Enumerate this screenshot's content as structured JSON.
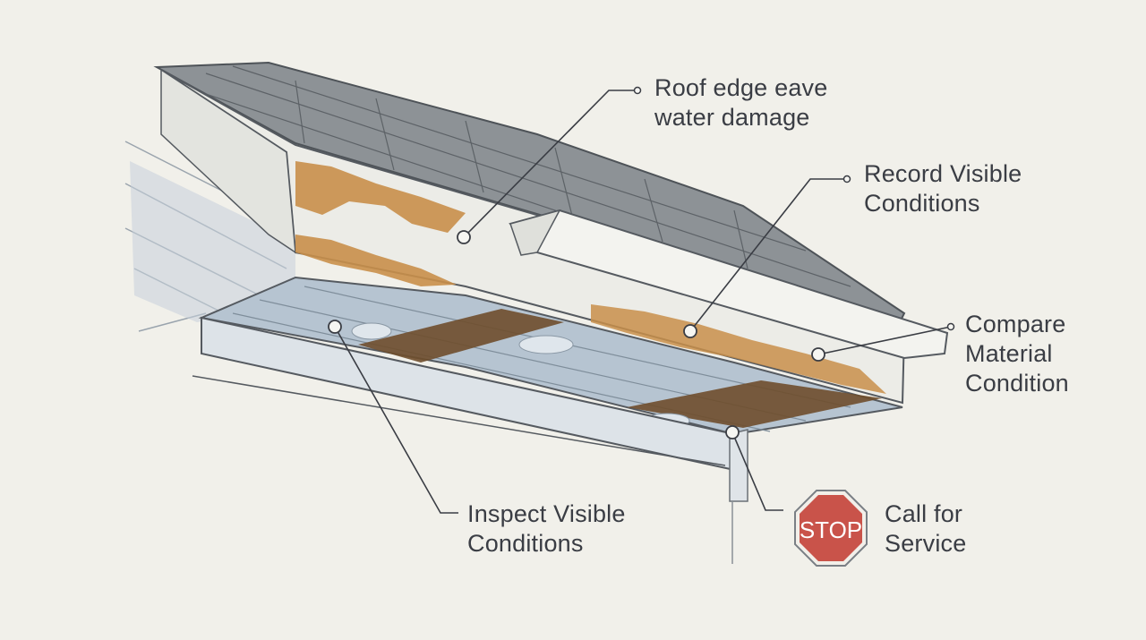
{
  "callouts": {
    "roof_edge": {
      "line1": "Roof edge eave",
      "line2": "water damage"
    },
    "record": {
      "line1": "Record Visible",
      "line2": "Conditions"
    },
    "compare": {
      "line1": "Compare",
      "line2": "Material",
      "line3": "Condition"
    },
    "inspect": {
      "line1": "Inspect Visible",
      "line2": "Conditions"
    },
    "call": {
      "line1": "Call for",
      "line2": "Service"
    }
  },
  "stop_sign": {
    "text": "STOP",
    "color": "#c9534a"
  },
  "colors": {
    "background": "#f1f0ea",
    "shingles": "#8c9196",
    "fascia": "#eeeeea",
    "soffit": "#b9c6d2",
    "rot": "#c98f4a",
    "exposed_wood": "#6f4e2c",
    "leader": "#3a3d44"
  }
}
